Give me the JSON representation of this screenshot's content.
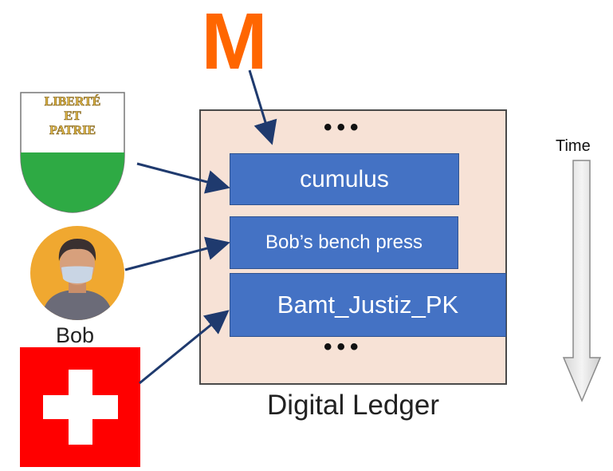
{
  "ledger": {
    "title": "Digital Ledger",
    "ellipsis_top": "•••",
    "ellipsis_bottom": "•••",
    "entries": [
      {
        "label": "cumulus"
      },
      {
        "label": "Bob’s bench press"
      },
      {
        "label": "Bamt_Justiz_PK"
      }
    ]
  },
  "actors": {
    "migros": {
      "logo_letter": "M",
      "color": "#ff6600"
    },
    "vaud": {
      "motto_line1": "LIBERTÉ",
      "motto_line2": "ET",
      "motto_line3": "PATRIE",
      "top_color": "#ffffff",
      "bottom_color": "#2eaa44"
    },
    "bob": {
      "name": "Bob"
    },
    "switzerland": {
      "color": "#ff0000"
    }
  },
  "time": {
    "label": "Time"
  },
  "colors": {
    "entry_fill": "#4472c4",
    "ledger_fill": "#f7e2d6",
    "arrow": "#1f3a6e"
  }
}
